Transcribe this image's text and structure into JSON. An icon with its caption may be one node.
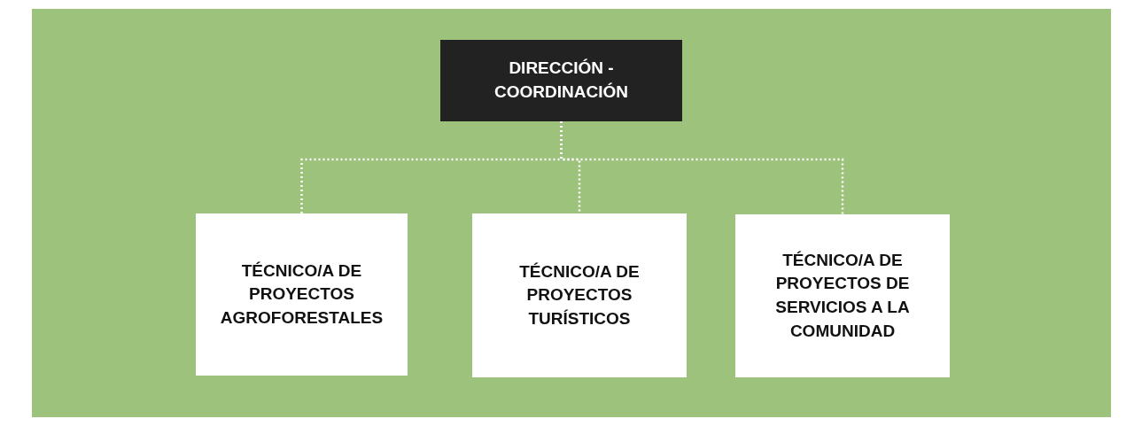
{
  "diagram": {
    "nodes": [
      {
        "text": [
          "DIRECCIÓN - COORDINACIÓN"
        ]
      },
      {
        "text": [
          "TÉCNICO/A DE PROYECTOS AGROFORESTALES"
        ]
      },
      {
        "text": [
          "TÉCNICO/A DE PROYECTOS TURÍSTICOS"
        ]
      },
      {
        "text": [
          "TÉCNICO/A DE PROYECTOS DE SERVICIOS A LA COMUNIDAD"
        ]
      }
    ],
    "edges": [
      {
        "from": 0,
        "to": 1,
        "arrow": "none",
        "style": "dashed",
        "color": "#ffffff"
      },
      {
        "from": 0,
        "to": 2,
        "arrow": "none",
        "style": "dashed",
        "color": "#ffffff"
      },
      {
        "from": 0,
        "to": 3,
        "arrow": "none",
        "style": "dashed",
        "color": "#ffffff"
      }
    ]
  }
}
